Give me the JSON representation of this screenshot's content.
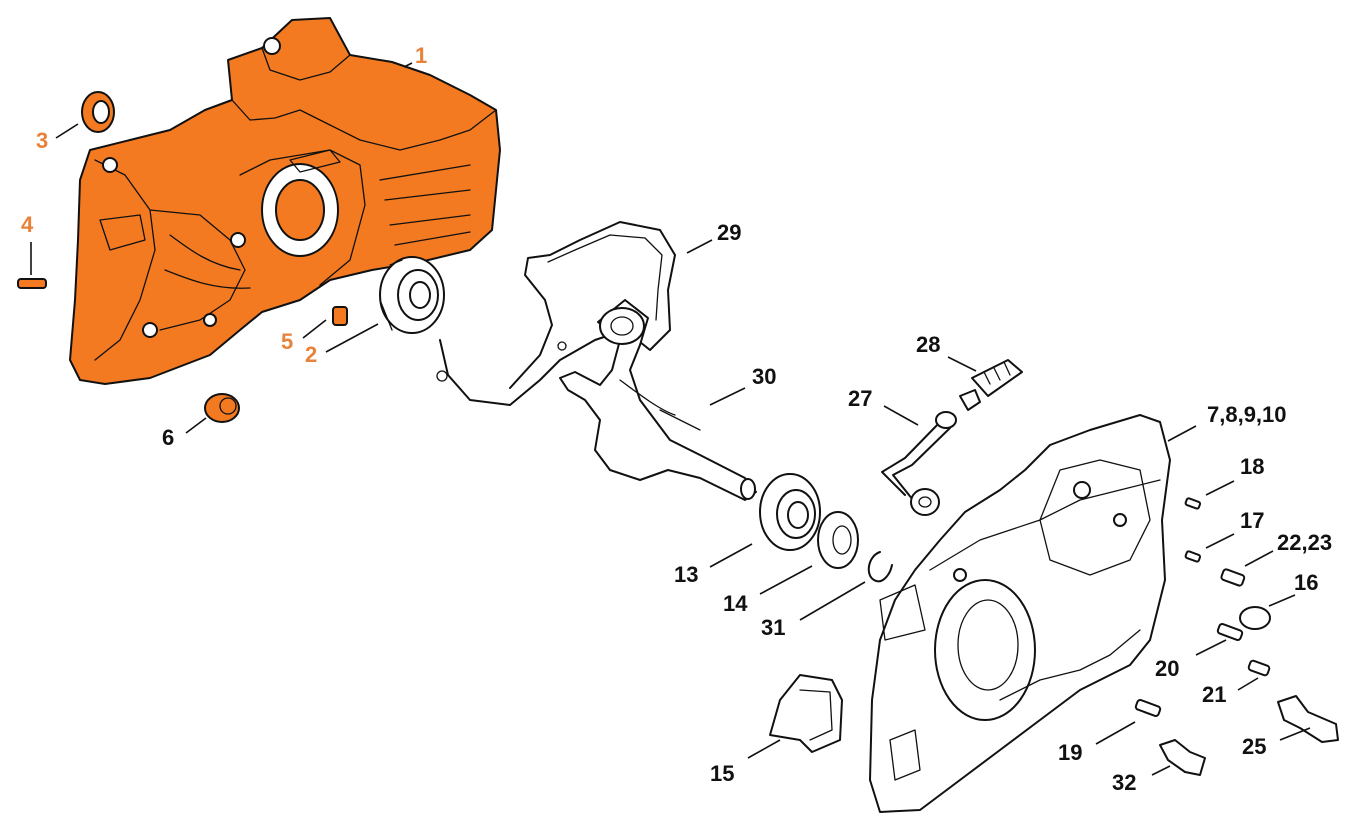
{
  "colors": {
    "highlight": "#f47a22",
    "highlight_label": "#e8823a",
    "ink": "#111111"
  },
  "labels": {
    "l1": "1",
    "l2": "2",
    "l3": "3",
    "l4": "4",
    "l5": "5",
    "l6": "6",
    "l7_10": "7,8,9,10",
    "l13": "13",
    "l14": "14",
    "l15": "15",
    "l16": "16",
    "l17": "17",
    "l18": "18",
    "l19": "19",
    "l20": "20",
    "l21": "21",
    "l22_23": "22,23",
    "l25": "25",
    "l27": "27",
    "l28": "28",
    "l29": "29",
    "l30": "30",
    "l31": "31",
    "l32": "32"
  }
}
